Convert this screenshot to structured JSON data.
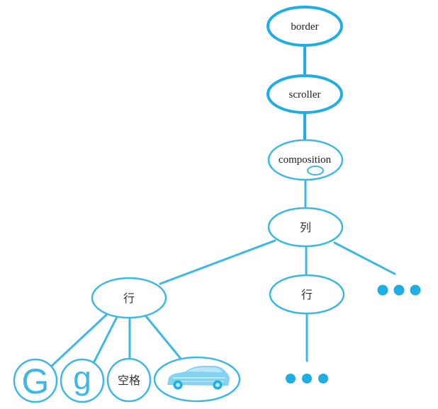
{
  "diagram": {
    "colors": {
      "stroke": "#3db7e4",
      "stroke_strong": "#1eaee3",
      "dots": "#1eaee3",
      "text": "#222222"
    },
    "nodes": {
      "border": "border",
      "scroller": "scroller",
      "composition": "composition",
      "column": "列",
      "row1": "行",
      "row2": "行",
      "glyph_upper": "G",
      "glyph_lower": "g",
      "space": "空格",
      "image": "car-image"
    },
    "ellipsis": {
      "column_more": "more-rows",
      "row2_more": "more-elements"
    }
  }
}
